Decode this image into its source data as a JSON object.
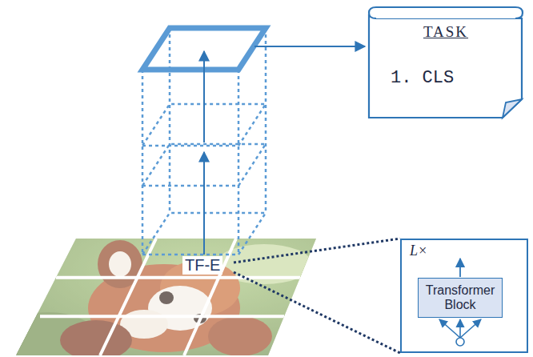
{
  "diagram": {
    "nodes": [
      {
        "text": [
          "TASK",
          "1. CLS"
        ]
      },
      {
        "text": [
          "L×"
        ]
      },
      {
        "text": [
          "Transformer Block"
        ],
        "in": 1
      }
    ],
    "labels": [
      "TF-E"
    ]
  }
}
